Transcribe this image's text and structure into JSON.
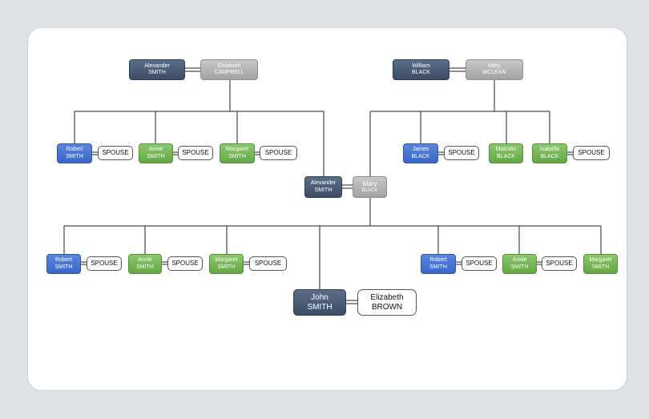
{
  "grandparents_smith": {
    "husband": {
      "first": "Alexander",
      "last": "SMITH"
    },
    "wife": {
      "first": "Elizabeth",
      "last": "CAMPBELL"
    }
  },
  "grandparents_black": {
    "husband": {
      "first": "William",
      "last": "BLACK"
    },
    "wife": {
      "first": "Mary",
      "last": "MCLEAN"
    }
  },
  "smith_children": [
    {
      "first": "Robert",
      "last": "SMITH",
      "spouse": "SPOUSE"
    },
    {
      "first": "Annie",
      "last": "SMITH",
      "spouse": "SPOUSE"
    },
    {
      "first": "Margaret",
      "last": "SMITH",
      "spouse": "SPOUSE"
    }
  ],
  "black_children": [
    {
      "first": "James",
      "last": "BLACK",
      "spouse": "SPOUSE"
    },
    {
      "first": "Malcolm",
      "last": "BLACK"
    },
    {
      "first": "Isabella",
      "last": "BLACK",
      "spouse": "SPOUSE"
    }
  ],
  "parents": {
    "husband": {
      "first": "Alexander",
      "last": "SMITH"
    },
    "wife": {
      "first": "Mary",
      "last": "BLACK"
    }
  },
  "grandchildren_left": [
    {
      "first": "Robert",
      "last": "SMITH",
      "spouse": "SPOUSE"
    },
    {
      "first": "Annie",
      "last": "SMITH",
      "spouse": "SPOUSE"
    },
    {
      "first": "Margaret",
      "last": "SMITH",
      "spouse": "SPOUSE"
    }
  ],
  "grandchildren_right": [
    {
      "first": "Robert",
      "last": "SMITH",
      "spouse": "SPOUSE"
    },
    {
      "first": "Annie",
      "last": "SMITH",
      "spouse": "SPOUSE"
    },
    {
      "first": "Margaret",
      "last": "SMITH"
    }
  ],
  "focus_couple": {
    "husband": {
      "first": "John",
      "last": "SMITH"
    },
    "wife": {
      "first": "Elizabeth",
      "last": "BROWN"
    }
  },
  "colors": {
    "background": "#dfe2e5",
    "card": "#ffffff",
    "dark_node": "#3b4d66",
    "gray_node": "#a3a3a3",
    "male_node": "#3a67c8",
    "female_node": "#64a846",
    "connector": "#222222"
  }
}
